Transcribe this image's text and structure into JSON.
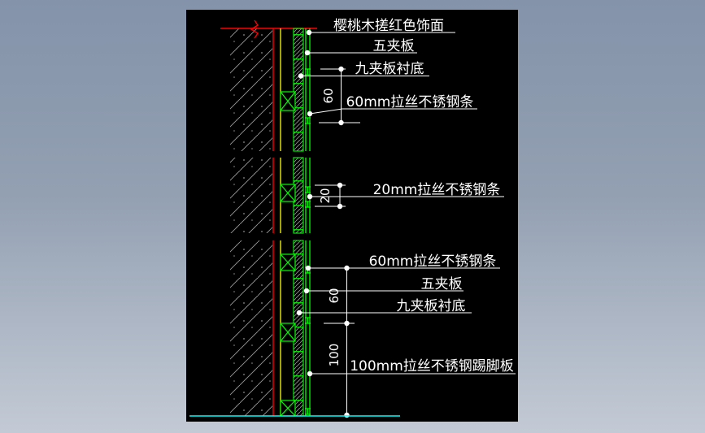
{
  "drawing": {
    "title_note": "樱桃木搓红色饰面",
    "palette": {
      "canvas_bg": "#000000",
      "page_bg_top": "#8493aa",
      "page_bg_bottom": "#c3cad5",
      "line_red": "#ff0000",
      "line_yellow": "#ffff00",
      "line_green": "#00ff00",
      "line_cyan": "#00ffff",
      "line_white": "#ffffff",
      "hatch_gray": "#9a9a9a"
    },
    "labels": {
      "finish_face": "樱桃木搓红色饰面",
      "plywood5_top": "五夹板",
      "plywood9_top": "九夹板衬底",
      "steel_strip_60_top": "60mm拉丝不锈钢条",
      "steel_strip_20": "20mm拉丝不锈钢条",
      "steel_strip_60_bottom": "60mm拉丝不锈钢条",
      "plywood5_bottom": "五夹板",
      "plywood9_bottom": "九夹板衬底",
      "skirting_100": "100mm拉丝不锈钢踢脚板"
    },
    "dims": {
      "d60_top": "60",
      "d20": "20",
      "d60_bottom": "60",
      "d100": "100"
    }
  }
}
